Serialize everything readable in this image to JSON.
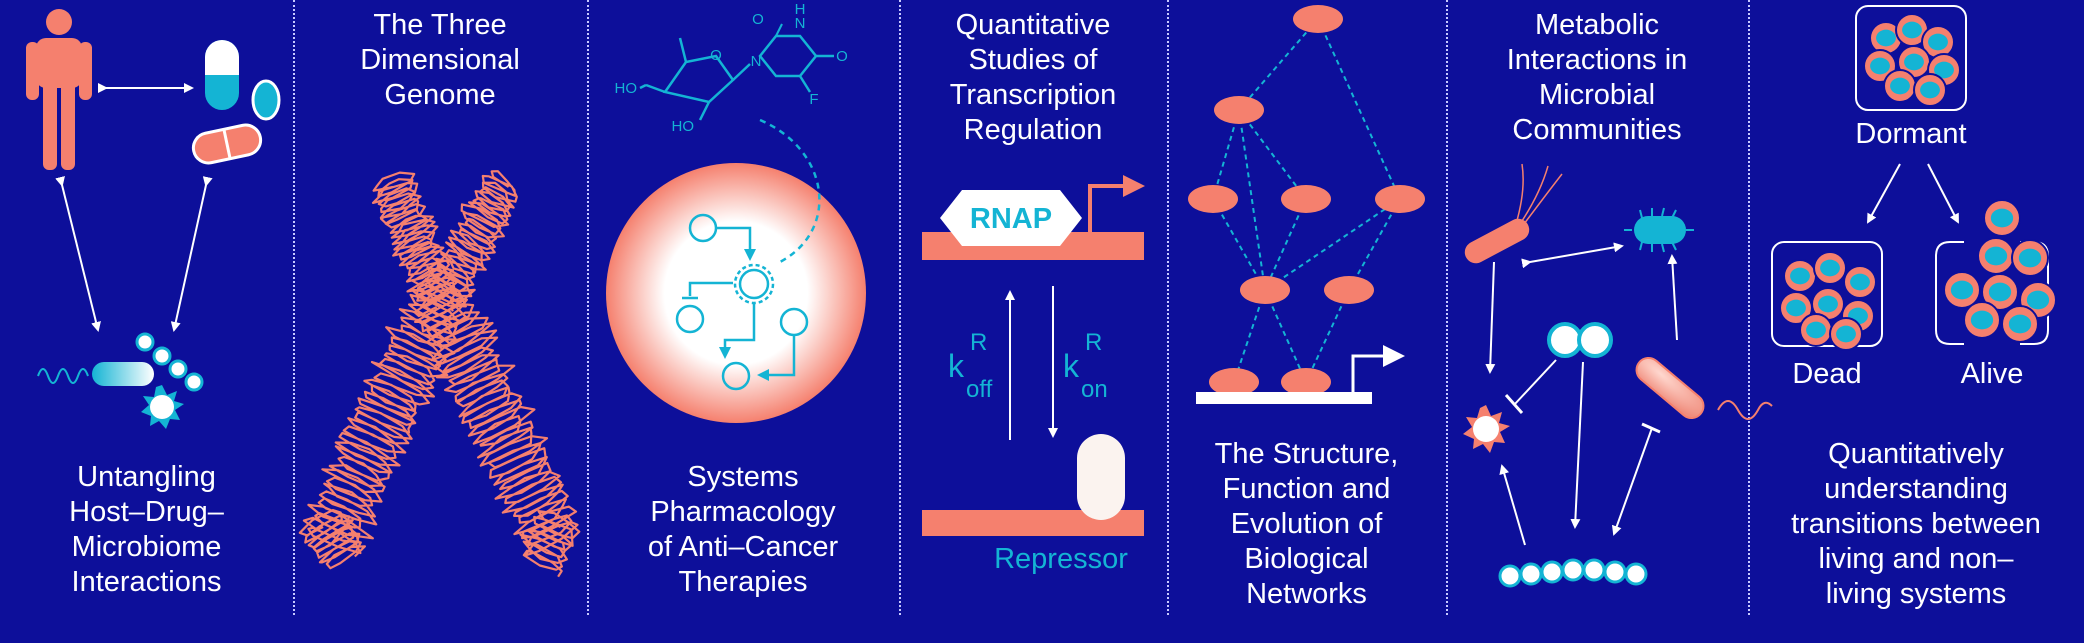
{
  "panels": {
    "p1": {
      "caption": "Untangling\nHost–Drug–\nMicrobiome\nInteractions"
    },
    "p2": {
      "title": "The Three\nDimensional\nGenome"
    },
    "p3": {
      "caption": "Systems\nPharmacology\nof Anti–Cancer\nTherapies",
      "molecule_labels": {
        "ho_top": "HO",
        "ho_bottom": "HO",
        "o_ring": "O",
        "n1": "N",
        "nh": "N",
        "h": "H",
        "o_top": "O",
        "o_right": "O",
        "f": "F"
      }
    },
    "p4": {
      "title": "Quantitative\nStudies of\nTranscription\nRegulation",
      "rnap": "RNAP",
      "k": "k",
      "koff_sub": "off",
      "kon_sub": "on",
      "sup": "R",
      "repressor": "Repressor"
    },
    "p5": {
      "caption": "The Structure,\nFunction and\nEvolution of\nBiological\nNetworks"
    },
    "p6": {
      "title": "Metabolic\nInteractions in\nMicrobial\nCommunities"
    },
    "p7": {
      "dormant": "Dormant",
      "dead": "Dead",
      "alive": "Alive",
      "caption": "Quantitatively\nunderstanding\ntransitions between\nliving and non–\nliving systems"
    }
  },
  "colors": {
    "background": "#0d0f9a",
    "salmon": "#f5806e",
    "cyan": "#14b4d4",
    "white": "#ffffff",
    "divider": "#c7c9ff"
  }
}
